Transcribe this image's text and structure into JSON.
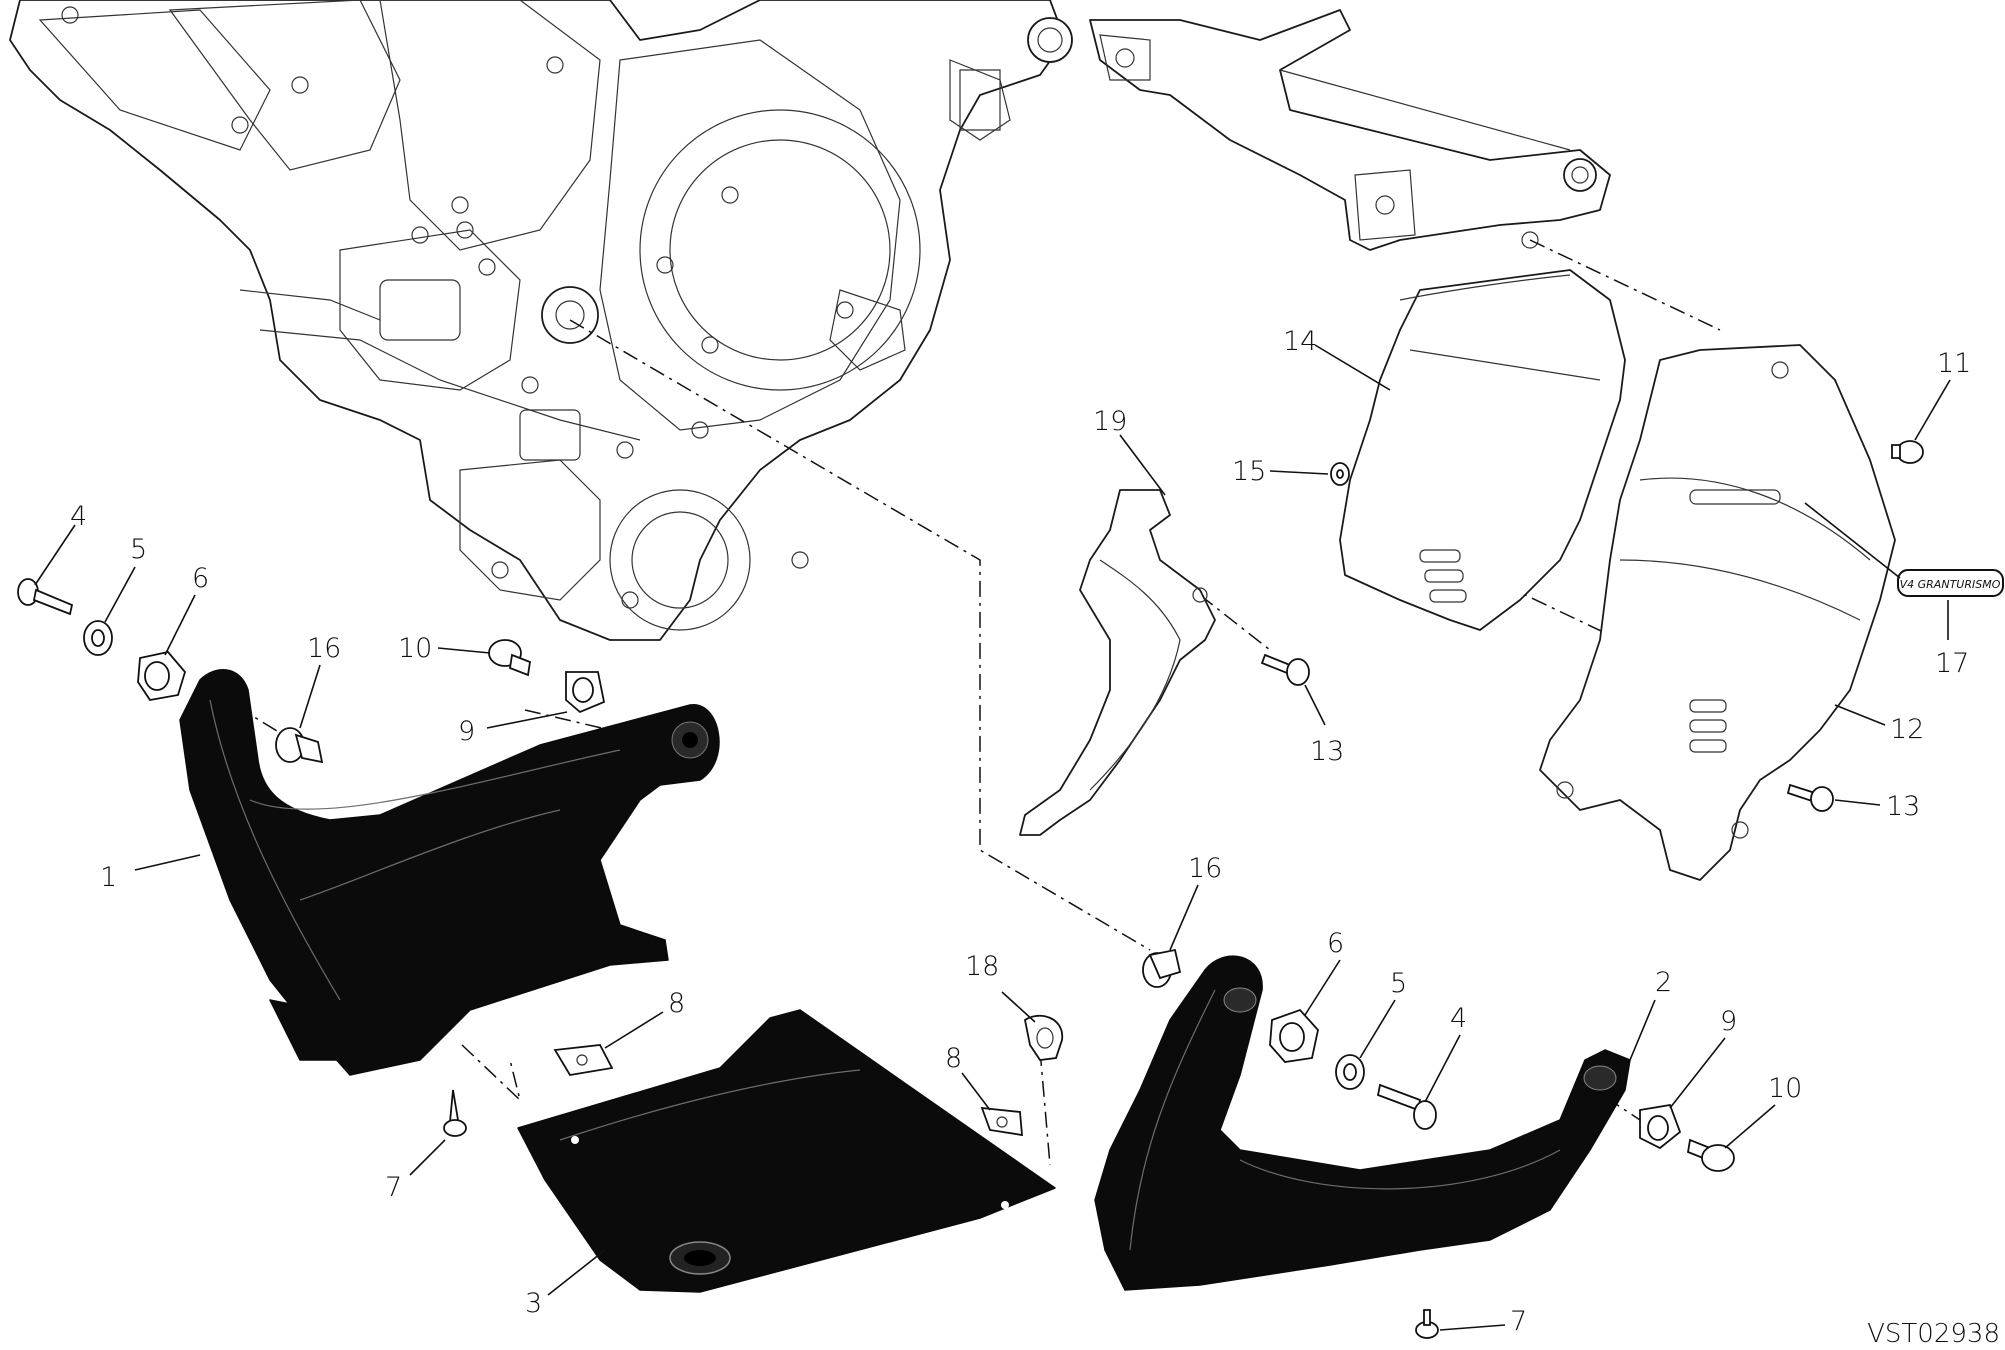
{
  "diagram": {
    "drawing_code": "VST02938",
    "callouts": [
      {
        "id": "c1",
        "text": "1"
      },
      {
        "id": "c2",
        "text": "2"
      },
      {
        "id": "c3",
        "text": "3"
      },
      {
        "id": "c4a",
        "text": "4"
      },
      {
        "id": "c4b",
        "text": "4"
      },
      {
        "id": "c5a",
        "text": "5"
      },
      {
        "id": "c5b",
        "text": "5"
      },
      {
        "id": "c6a",
        "text": "6"
      },
      {
        "id": "c6b",
        "text": "6"
      },
      {
        "id": "c7a",
        "text": "7"
      },
      {
        "id": "c7b",
        "text": "7"
      },
      {
        "id": "c8a",
        "text": "8"
      },
      {
        "id": "c8b",
        "text": "8"
      },
      {
        "id": "c9a",
        "text": "9"
      },
      {
        "id": "c9b",
        "text": "9"
      },
      {
        "id": "c10a",
        "text": "10"
      },
      {
        "id": "c10b",
        "text": "10"
      },
      {
        "id": "c11",
        "text": "11"
      },
      {
        "id": "c12",
        "text": "12"
      },
      {
        "id": "c13a",
        "text": "13"
      },
      {
        "id": "c13b",
        "text": "13"
      },
      {
        "id": "c14",
        "text": "14"
      },
      {
        "id": "c15",
        "text": "15"
      },
      {
        "id": "c16a",
        "text": "16"
      },
      {
        "id": "c16b",
        "text": "16"
      },
      {
        "id": "c17",
        "text": "17"
      },
      {
        "id": "c18",
        "text": "18"
      },
      {
        "id": "c19",
        "text": "19"
      }
    ],
    "decal_text": "V4 GRANTURISMO"
  }
}
